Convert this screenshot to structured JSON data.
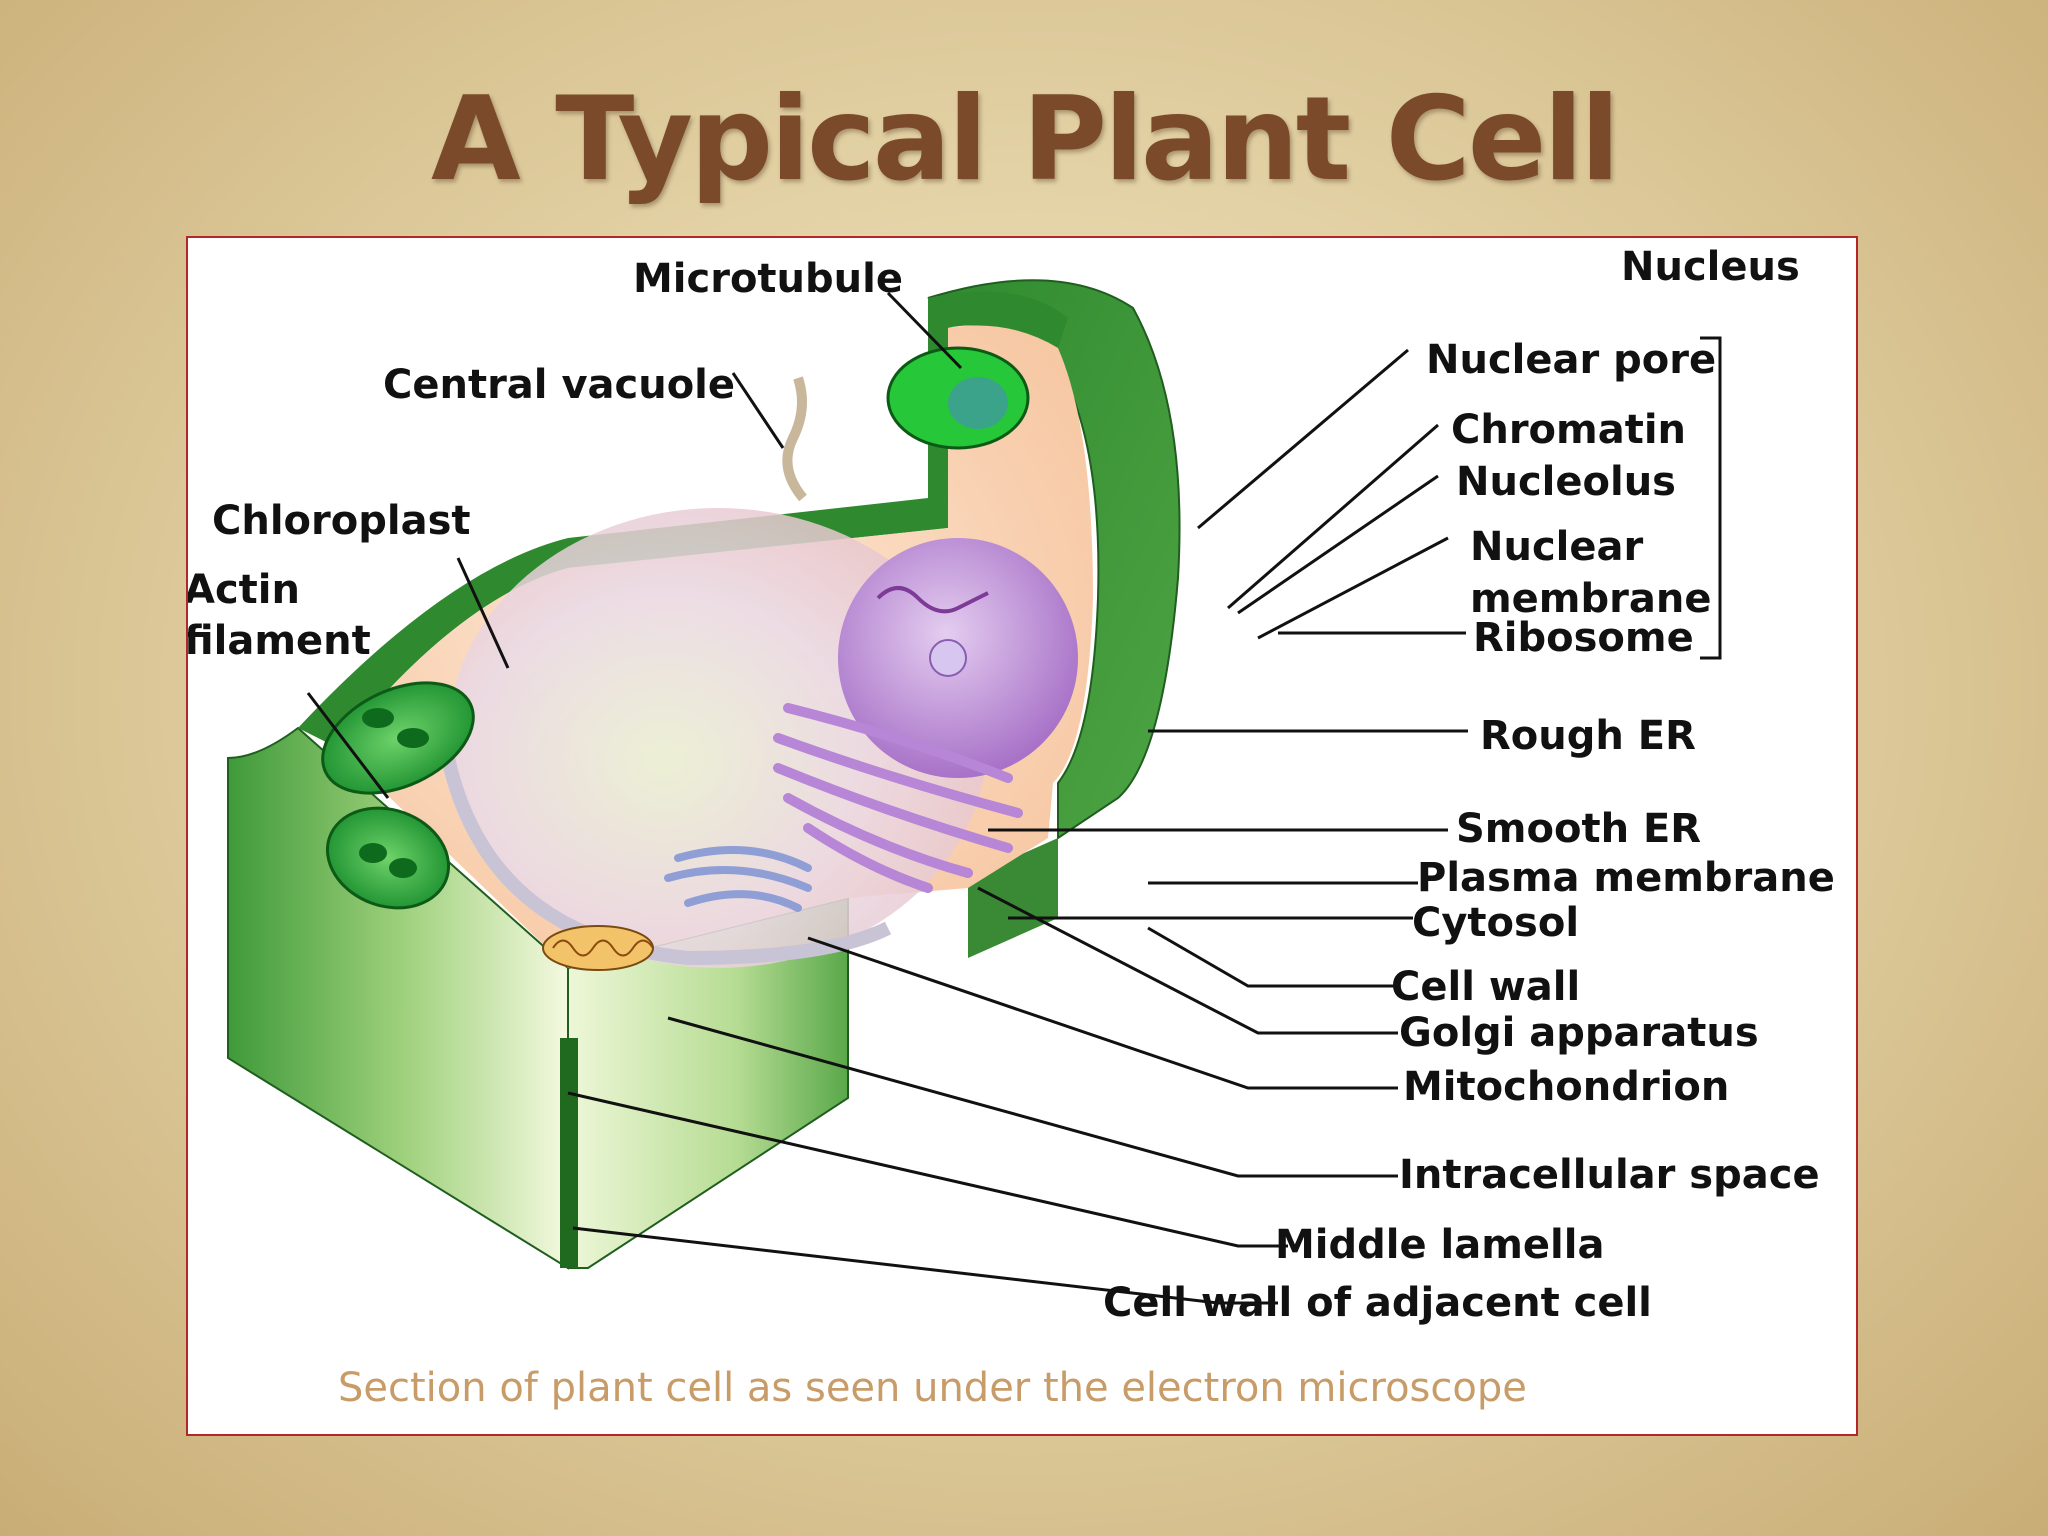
{
  "title": "A Typical Plant Cell",
  "caption": "Section of plant cell as seen under the electron microscope",
  "labels": {
    "microtubule": "Microtubule",
    "nucleus": "Nucleus",
    "central_vacuole": "Central vacuole",
    "nuclear_pore": "Nuclear pore",
    "chromatin": "Chromatin",
    "nucleolus": "Nucleolus",
    "nuclear_membrane_1": "Nuclear",
    "nuclear_membrane_2": "membrane",
    "chloroplast": "Chloroplast",
    "actin_1": "Actin",
    "actin_2": "filament",
    "ribosome": "Ribosome",
    "rough_er": "Rough ER",
    "smooth_er": "Smooth ER",
    "plasma_membrane": "Plasma membrane",
    "cytosol": "Cytosol",
    "cell_wall": "Cell wall",
    "golgi": "Golgi apparatus",
    "mitochondrion": "Mitochondrion",
    "intracellular_space": "Intracellular space",
    "middle_lamella": "Middle lamella",
    "cell_wall_adjacent": "Cell wall of adjacent cell"
  }
}
